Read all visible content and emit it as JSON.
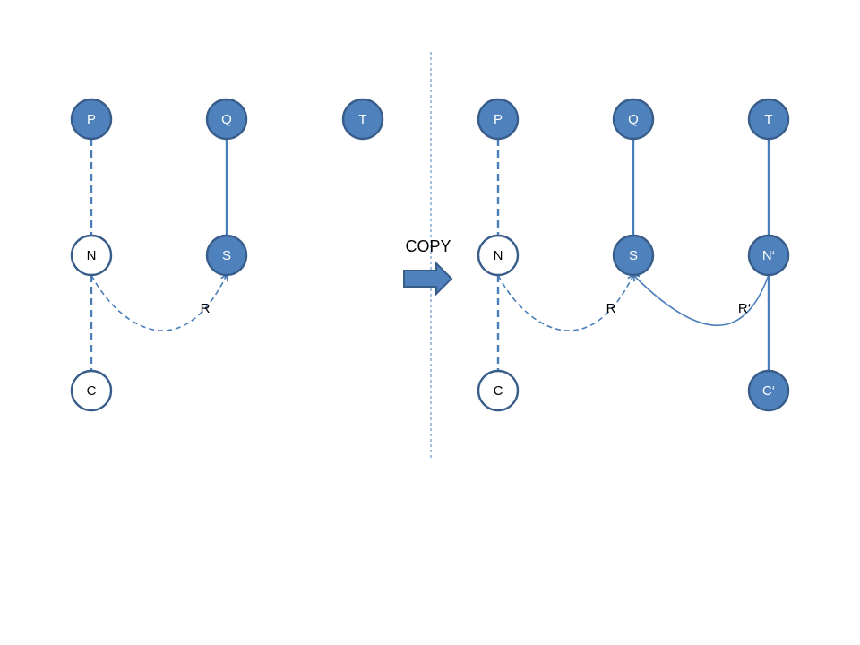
{
  "colors": {
    "filled": "#4f81bd",
    "stroke": "#385d8a",
    "edge": "#4a7ebb",
    "divider": "#4a7ebb",
    "filled_text": "#ffffff",
    "hollow_text": "#000000"
  },
  "operation": {
    "label": "COPY",
    "arrow_icon": "right-block-arrow-icon"
  },
  "before": {
    "nodes": [
      {
        "id": "P",
        "label": "P",
        "filled": true
      },
      {
        "id": "Q",
        "label": "Q",
        "filled": true
      },
      {
        "id": "T",
        "label": "T",
        "filled": true
      },
      {
        "id": "N",
        "label": "N",
        "filled": false
      },
      {
        "id": "S",
        "label": "S",
        "filled": true
      },
      {
        "id": "C",
        "label": "C",
        "filled": false
      }
    ],
    "edges": [
      {
        "from": "P",
        "to": "N",
        "style": "dashed"
      },
      {
        "from": "Q",
        "to": "S",
        "style": "solid"
      },
      {
        "from": "N",
        "to": "C",
        "style": "dashed"
      },
      {
        "from": "N",
        "to": "S",
        "style": "dashed",
        "curved": true,
        "arrow": true,
        "label": "R"
      }
    ]
  },
  "after": {
    "nodes": [
      {
        "id": "P",
        "label": "P",
        "filled": true
      },
      {
        "id": "Q",
        "label": "Q",
        "filled": true
      },
      {
        "id": "T",
        "label": "T",
        "filled": true
      },
      {
        "id": "N",
        "label": "N",
        "filled": false
      },
      {
        "id": "S",
        "label": "S",
        "filled": true
      },
      {
        "id": "N'",
        "label": "N‘",
        "filled": true
      },
      {
        "id": "C",
        "label": "C",
        "filled": false
      },
      {
        "id": "C'",
        "label": "C‘",
        "filled": true
      }
    ],
    "edges": [
      {
        "from": "P",
        "to": "N",
        "style": "dashed"
      },
      {
        "from": "Q",
        "to": "S",
        "style": "solid"
      },
      {
        "from": "T",
        "to": "N'",
        "style": "solid"
      },
      {
        "from": "N",
        "to": "C",
        "style": "dashed"
      },
      {
        "from": "N'",
        "to": "C'",
        "style": "solid"
      },
      {
        "from": "N",
        "to": "S",
        "style": "dashed",
        "curved": true,
        "arrow": true,
        "label": "R"
      },
      {
        "from": "N'",
        "to": "S",
        "style": "solid",
        "curved": true,
        "arrow": true,
        "label": "R‘"
      }
    ]
  }
}
